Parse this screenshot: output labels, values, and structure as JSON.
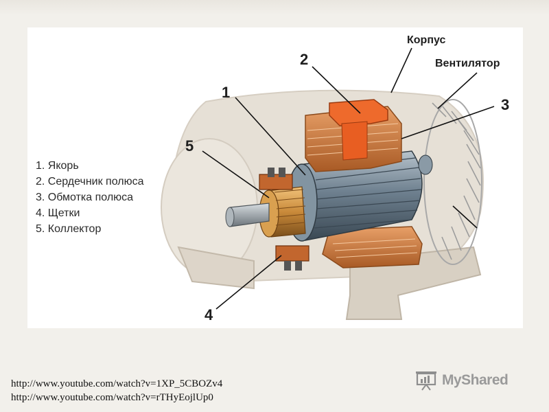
{
  "legend": {
    "items": [
      "1. Якорь",
      "2. Сердечник полюса",
      "3. Обмотка полюса",
      "4. Щетки",
      "5. Коллектор"
    ]
  },
  "callouts": {
    "n1": "1",
    "n2": "2",
    "n3": "3",
    "n4": "4",
    "n5": "5",
    "housing": "Корпус",
    "fan": "Вентилятор"
  },
  "footer": {
    "link1": "http://www.youtube.com/watch?v=1XP_5CBOZv4",
    "link2": "http://www.youtube.com/watch?v=rTHyEojlUp0"
  },
  "brand": {
    "name": "MyShared"
  },
  "colors": {
    "housing": "#ddd6cb",
    "pole": "#e0733a",
    "winding": "#d6864a",
    "armature": "#6d7f8c",
    "commutator": "#c98a3a",
    "shaft": "#9aa3aa"
  }
}
